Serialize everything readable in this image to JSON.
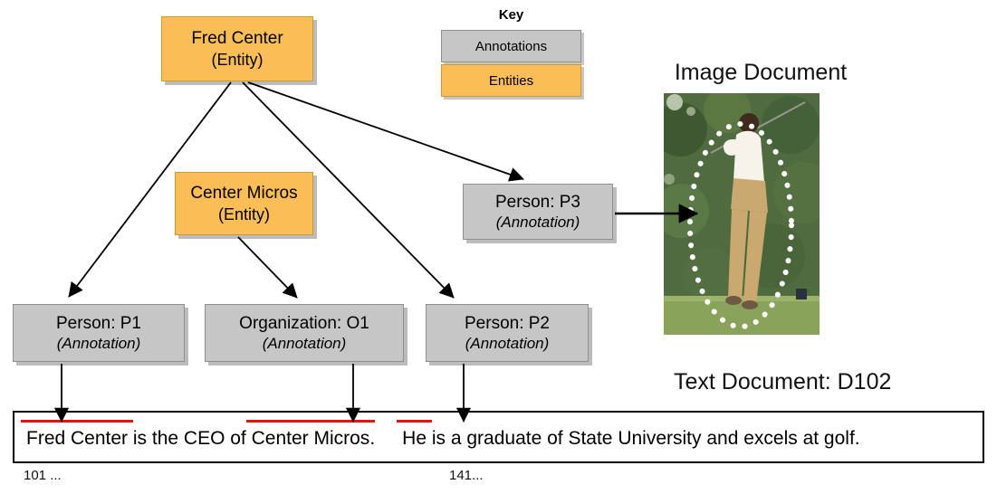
{
  "colors": {
    "entity_fill": "#FBBD55",
    "annotation_fill": "#C6C6C6",
    "underline": "#E8150D"
  },
  "key": {
    "title": "Key",
    "items": [
      {
        "label": "Annotations"
      },
      {
        "label": "Entities"
      }
    ]
  },
  "nodes": {
    "fred_center": {
      "title": "Fred Center",
      "subtitle": "(Entity)"
    },
    "center_micros": {
      "title": "Center Micros",
      "subtitle": "(Entity)"
    },
    "person_p3": {
      "title": "Person: P3",
      "subtitle": "(Annotation)"
    },
    "person_p1": {
      "title": "Person: P1",
      "subtitle": "(Annotation)"
    },
    "organization_o1": {
      "title": "Organization: O1",
      "subtitle": "(Annotation)"
    },
    "person_p2": {
      "title": "Person: P2",
      "subtitle": "(Annotation)"
    }
  },
  "labels": {
    "image_document": "Image Document",
    "text_document": "Text Document: D102"
  },
  "sentence": {
    "seg1": "Fred Center",
    "seg2": " is the CEO of ",
    "seg3": "Center Micros",
    "seg4": ".",
    "seg5": "He",
    "seg6": " is a graduate of State University and excels at golf."
  },
  "offsets": {
    "first": "101 ...",
    "second": "141..."
  }
}
